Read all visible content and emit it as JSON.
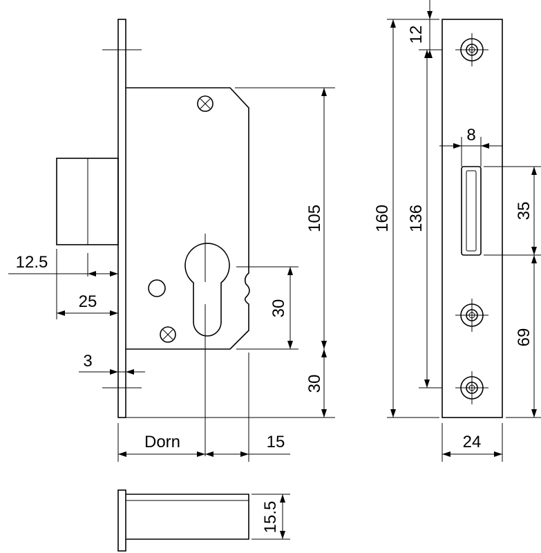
{
  "dimensions": {
    "backset_label": "Dorn",
    "d15": "15",
    "d12_5": "12.5",
    "d25": "25",
    "d3": "3",
    "d105": "105",
    "d30_cyl": "30",
    "d30_bottom": "30",
    "d160": "160",
    "d136": "136",
    "d12": "12",
    "d8": "8",
    "d35": "35",
    "d69": "69",
    "d24": "24",
    "d15_5": "15.5"
  }
}
